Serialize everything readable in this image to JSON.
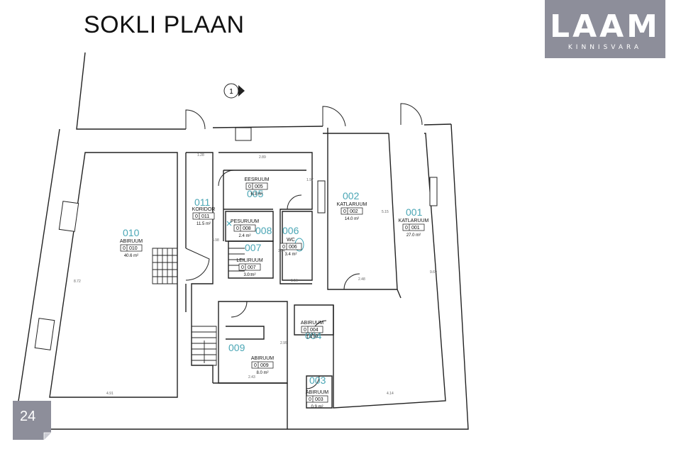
{
  "page": {
    "title": "SOKLI PLAAN",
    "page_number": "24"
  },
  "logo": {
    "word": "LAAM",
    "sub": "KINNISVARA",
    "bg": "#8d8e9a"
  },
  "marker": "1",
  "rooms": [
    {
      "id": "r010",
      "no": "010",
      "name": "ABIRUUM",
      "code_a": "0",
      "code_b": "010",
      "area": "40.6 m²"
    },
    {
      "id": "r011",
      "no": "011",
      "name": "KORIDOR",
      "code_a": "0",
      "code_b": "011",
      "area": "11.5 m²"
    },
    {
      "id": "r005",
      "no": "005",
      "name": "EESRUUM",
      "code_a": "0",
      "code_b": "005",
      "area": "6.3 m²"
    },
    {
      "id": "r008",
      "no": "008",
      "name": "PESURUUM",
      "code_a": "0",
      "code_b": "008",
      "area": "2.4 m²"
    },
    {
      "id": "r007",
      "no": "007",
      "name": "LEILIRUUM",
      "code_a": "0",
      "code_b": "007",
      "area": "3.0 m²"
    },
    {
      "id": "r006",
      "no": "006",
      "name": "WC",
      "code_a": "0",
      "code_b": "006",
      "area": "3.4 m²"
    },
    {
      "id": "r002",
      "no": "002",
      "name": "KATLARUUM",
      "code_a": "0",
      "code_b": "002",
      "area": "14.0 m²"
    },
    {
      "id": "r001",
      "no": "001",
      "name": "KATLARUUM",
      "code_a": "0",
      "code_b": "001",
      "area": "27.0 m²"
    },
    {
      "id": "r004",
      "no": "004",
      "name": "ABIRUUM",
      "code_a": "0",
      "code_b": "004",
      "area": "1.4 m²"
    },
    {
      "id": "r009",
      "no": "009",
      "name": "ABIRUUM",
      "code_a": "0",
      "code_b": "009",
      "area": "8.0 m²"
    },
    {
      "id": "r003",
      "no": "003",
      "name": "ABIRUUM",
      "code_a": "0",
      "code_b": "003",
      "area": "0.9 m²"
    }
  ],
  "dims": {
    "d128": "1.28",
    "d289": "2.89",
    "d197": "1.97",
    "d254": "2.54",
    "d17": "1.7",
    "d116": "1.16",
    "d248": "2.48",
    "d515": "5.15",
    "d969": "9.69",
    "d872": "8.72",
    "d698": "6.98",
    "d295": "2.95",
    "d243": "2.43",
    "d491": "4.91",
    "d414": "4.14"
  }
}
